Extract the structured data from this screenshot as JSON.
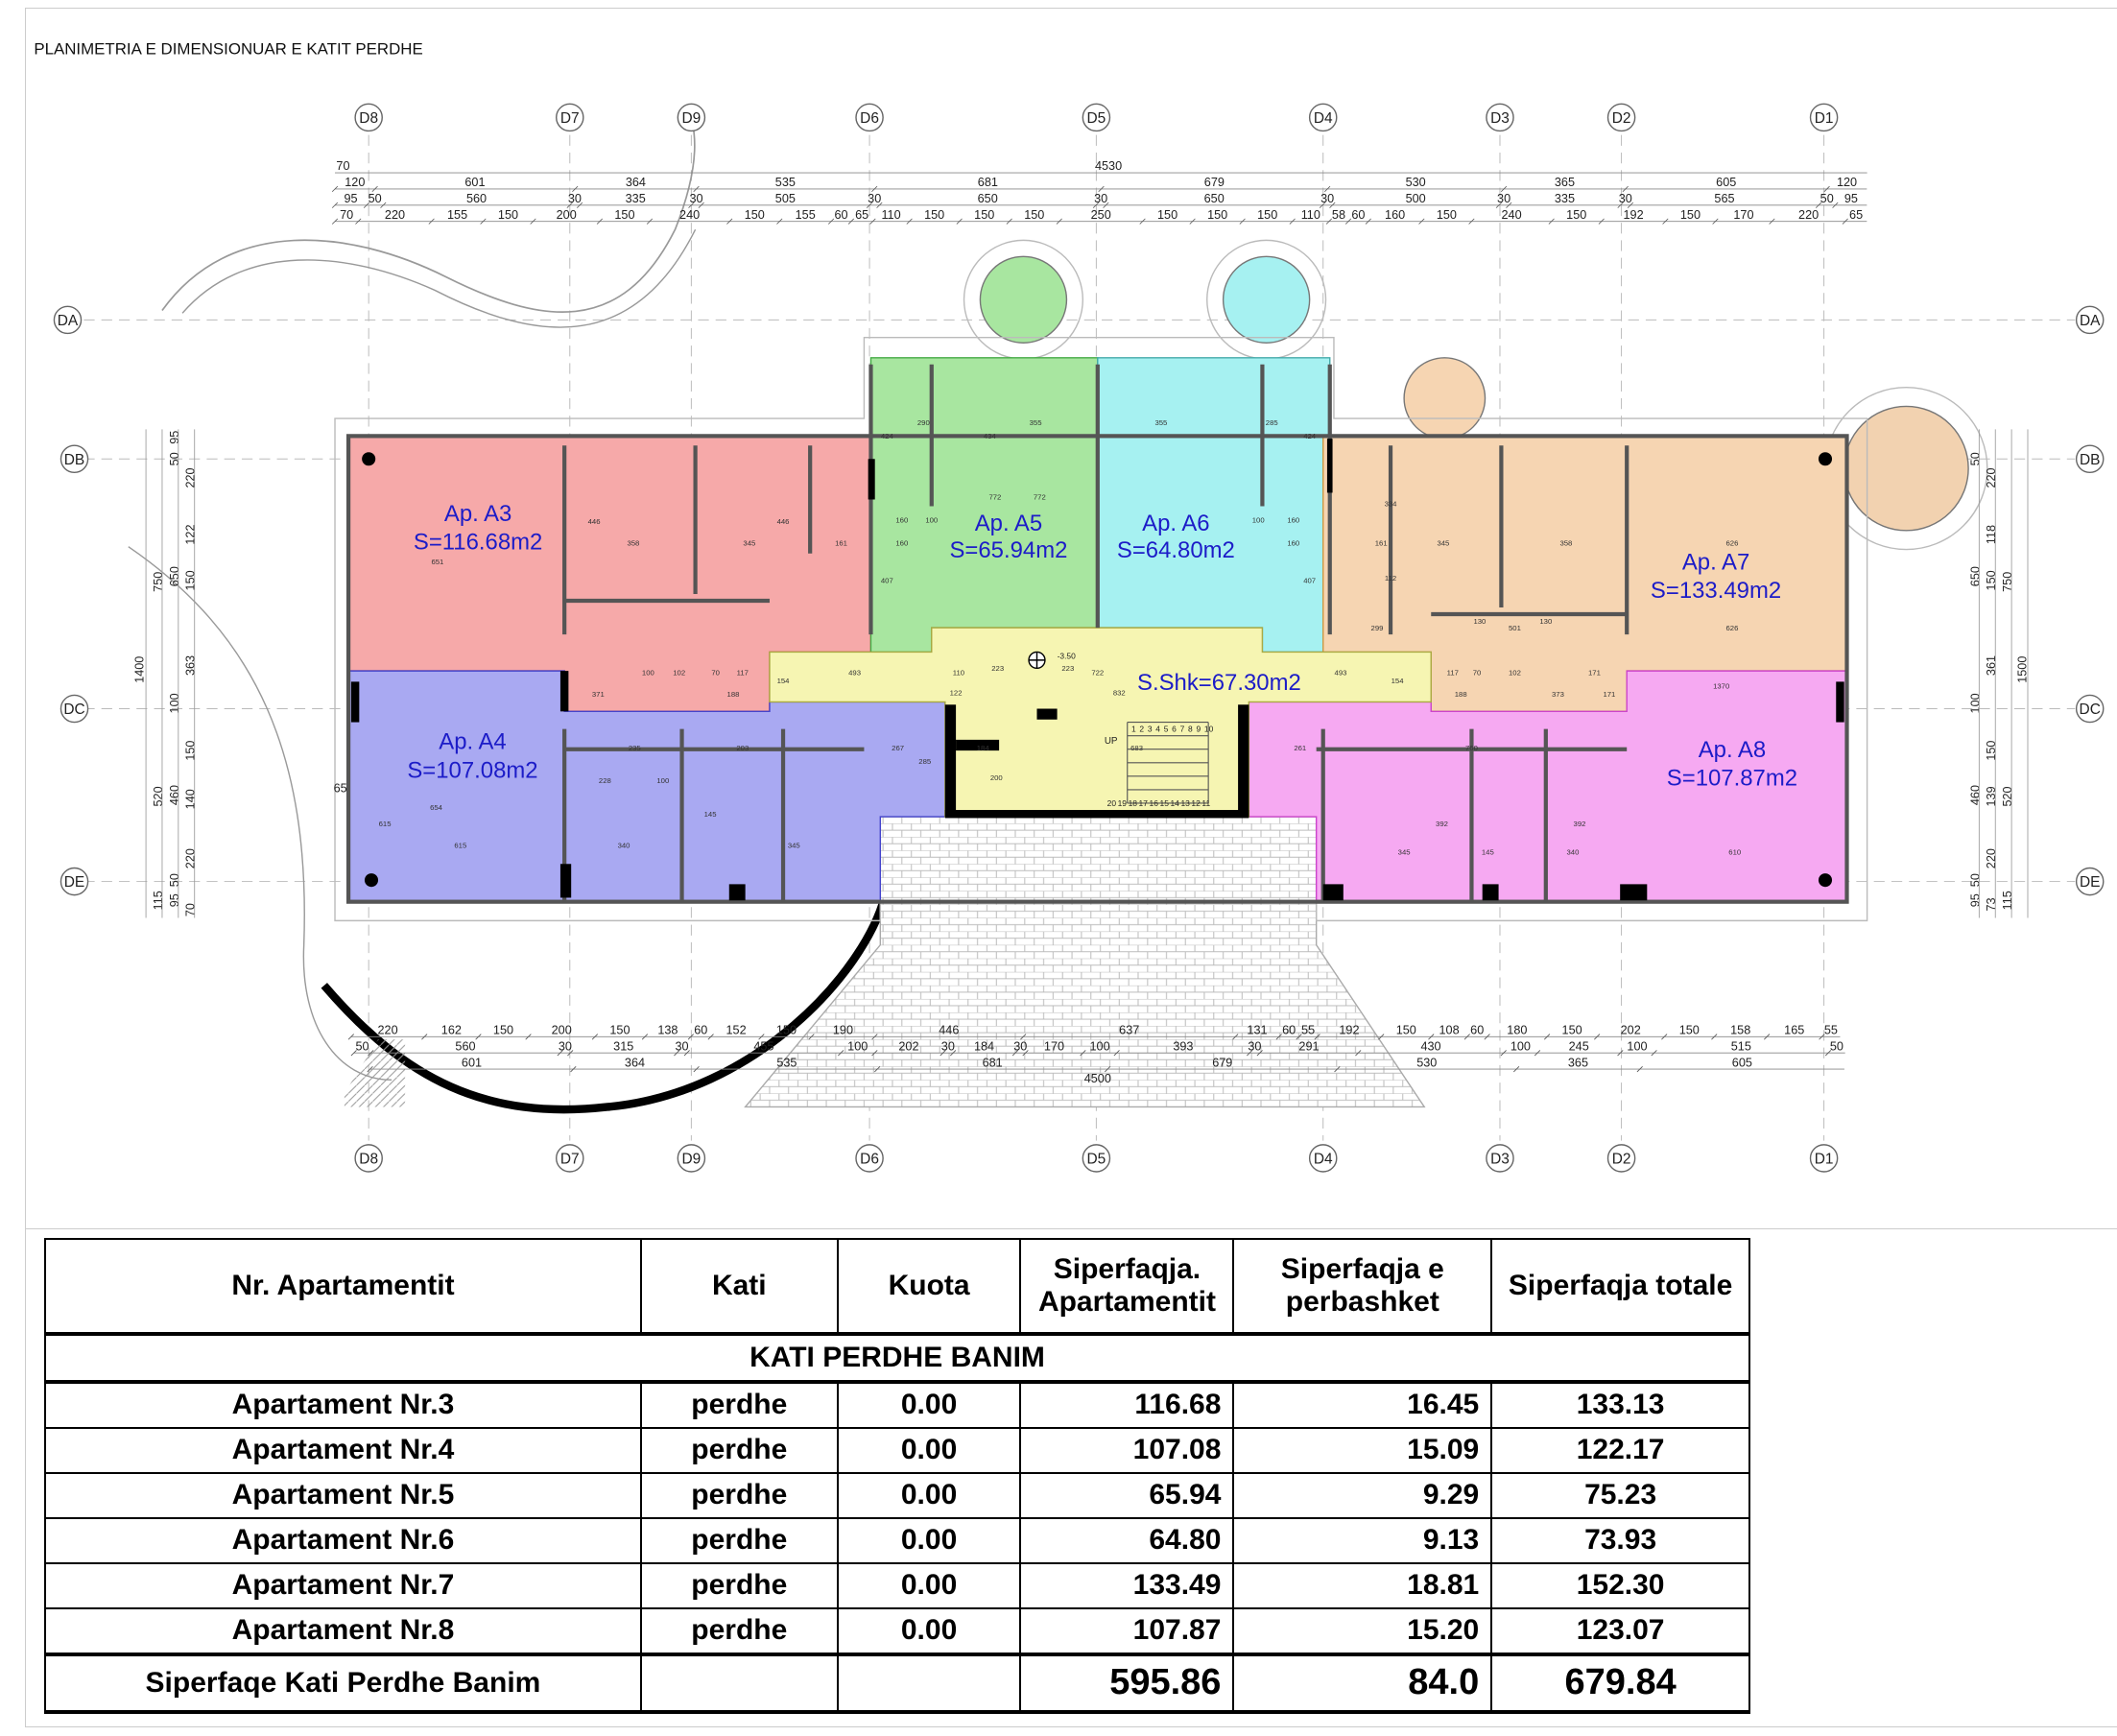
{
  "title": "PLANIMETRIA E DIMENSIONUAR E KATIT PERDHE",
  "colors": {
    "A3": "#f6a9a9",
    "A4": "#a9a9f2",
    "A5": "#a8e6a0",
    "A6": "#a6f1f1",
    "A7": "#f6d5b2",
    "A8": "#f6a9f2",
    "common": "#f6f5b2",
    "label": "#1c1cc8"
  },
  "axes": {
    "columns": [
      "D8",
      "D7",
      "D9",
      "D6",
      "D5",
      "D4",
      "D3",
      "D2",
      "D1"
    ],
    "rows": [
      "DA",
      "DB",
      "DC",
      "DE"
    ]
  },
  "apartments": [
    {
      "name": "Ap. A3",
      "area": "S=116.68m2"
    },
    {
      "name": "Ap. A4",
      "area": "S=107.08m2"
    },
    {
      "name": "Ap. A5",
      "area": "S=65.94m2"
    },
    {
      "name": "Ap. A6",
      "area": "S=64.80m2"
    },
    {
      "name": "Ap. A7",
      "area": "S=133.49m2"
    },
    {
      "name": "Ap. A8",
      "area": "S=107.87m2"
    }
  ],
  "common_area": "S.Shk=67.30m2",
  "stair": {
    "level": "-3.50",
    "up": "UP",
    "steps_top": [
      "1",
      "2",
      "3",
      "4",
      "5",
      "6",
      "7",
      "8",
      "9",
      "10"
    ],
    "steps_bottom": [
      "20",
      "19",
      "18",
      "17",
      "16",
      "15",
      "14",
      "13",
      "12",
      "11"
    ]
  },
  "dimensions_top": {
    "overall": [
      "70",
      "4530"
    ],
    "row1": [
      "120",
      "601",
      "364",
      "535",
      "681",
      "679",
      "530",
      "365",
      "605",
      "120"
    ],
    "row2": [
      "95",
      "50",
      "560",
      "30",
      "335",
      "30",
      "505",
      "30",
      "650",
      "30",
      "650",
      "30",
      "500",
      "30",
      "335",
      "30",
      "565",
      "50",
      "95"
    ],
    "row3": [
      "70",
      "220",
      "155",
      "150",
      "200",
      "150",
      "240",
      "150",
      "155",
      "60",
      "65",
      "110",
      "150",
      "150",
      "150",
      "250",
      "150",
      "150",
      "150",
      "110",
      "58",
      "60",
      "160",
      "150",
      "240",
      "150",
      "192",
      "150",
      "170",
      "220",
      "65"
    ]
  },
  "dimensions_bottom": {
    "row1": [
      "220",
      "162",
      "150",
      "200",
      "150",
      "138",
      "60",
      "152",
      "150",
      "190",
      "446",
      "637",
      "131",
      "60",
      "55",
      "192",
      "150",
      "108",
      "60",
      "180",
      "150",
      "202",
      "150",
      "158",
      "165",
      "55"
    ],
    "row2": [
      "50",
      "560",
      "30",
      "315",
      "30",
      "455",
      "100",
      "202",
      "30",
      "184",
      "30",
      "170",
      "100",
      "393",
      "30",
      "291",
      "430",
      "100",
      "245",
      "100",
      "515",
      "50"
    ],
    "row3": [
      "601",
      "364",
      "535",
      "681",
      "679",
      "530",
      "365",
      "605"
    ],
    "overall": "4500"
  },
  "dimensions_left": {
    "outer": "1400",
    "mid": [
      "750",
      "520",
      "115"
    ],
    "inner": [
      "95",
      "50",
      "650",
      "100",
      "460",
      "50",
      "95"
    ],
    "fine": [
      "220",
      "122",
      "150",
      "363",
      "150",
      "140",
      "220",
      "70"
    ],
    "other": "65"
  },
  "dimensions_right": {
    "outer": "1500",
    "mid": [
      "750",
      "520",
      "115"
    ],
    "inner": [
      "50",
      "650",
      "100",
      "460",
      "50",
      "95"
    ],
    "fine": [
      "220",
      "118",
      "150",
      "361",
      "150",
      "139",
      "220",
      "73"
    ]
  },
  "room_dims": [
    "290",
    "355",
    "355",
    "285",
    "424",
    "434",
    "772",
    "772",
    "424",
    "160",
    "100",
    "160",
    "100",
    "160",
    "160",
    "407",
    "407",
    "358",
    "345",
    "161",
    "446",
    "446",
    "345",
    "358",
    "161",
    "626",
    "626",
    "334",
    "112",
    "130",
    "501",
    "130",
    "299",
    "493",
    "493",
    "122",
    "110",
    "832",
    "722",
    "223",
    "223",
    "154",
    "154",
    "171",
    "100",
    "102",
    "70",
    "117",
    "371",
    "188",
    "117",
    "70",
    "102",
    "188",
    "373",
    "171",
    "228",
    "100",
    "145",
    "340",
    "345",
    "261",
    "760",
    "345",
    "145",
    "340",
    "610",
    "615",
    "615",
    "235",
    "203",
    "267",
    "285",
    "392",
    "392",
    "200",
    "184",
    "683",
    "1370",
    "651",
    "654"
  ],
  "table": {
    "headers": [
      "Nr. Apartamentit",
      "Kati",
      "Kuota",
      "Siperfaqja. Apartamentit",
      "Siperfaqja e perbashket",
      "Siperfaqja totale"
    ],
    "section": "KATI  PERDHE BANIM",
    "rows": [
      [
        "Apartament Nr.3",
        "perdhe",
        "0.00",
        "116.68",
        "16.45",
        "133.13"
      ],
      [
        "Apartament Nr.4",
        "perdhe",
        "0.00",
        "107.08",
        "15.09",
        "122.17"
      ],
      [
        "Apartament Nr.5",
        "perdhe",
        "0.00",
        "65.94",
        "9.29",
        "75.23"
      ],
      [
        "Apartament Nr.6",
        "perdhe",
        "0.00",
        "64.80",
        "9.13",
        "73.93"
      ],
      [
        "Apartament Nr.7",
        "perdhe",
        "0.00",
        "133.49",
        "18.81",
        "152.30"
      ],
      [
        "Apartament Nr.8",
        "perdhe",
        "0.00",
        "107.87",
        "15.20",
        "123.07"
      ]
    ],
    "total": [
      "Siperfaqe Kati  Perdhe Banim",
      "",
      "",
      "595.86",
      "84.0",
      "679.84"
    ]
  }
}
